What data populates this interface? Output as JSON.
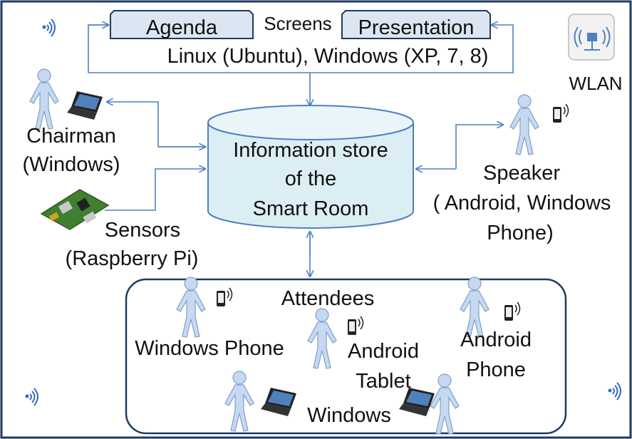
{
  "screens": {
    "agenda_label": "Agenda",
    "screens_label": "Screens",
    "presentation_label": "Presentation",
    "os_label": "Linux (Ubuntu), Windows (XP, 7, 8)"
  },
  "wlan": {
    "label": "WLAN",
    "icon": "wlan-router-icon"
  },
  "chairman": {
    "line1": "Chairman",
    "line2": "(Windows)"
  },
  "sensors": {
    "line1": "Sensors",
    "line2": "(Raspberry Pi)"
  },
  "store": {
    "line1": "Information store",
    "line2": "of the",
    "line3": "Smart Room"
  },
  "speaker": {
    "line1": "Speaker",
    "line2": "( Android, Windows",
    "line3": "Phone)"
  },
  "attendees": {
    "title": "Attendees",
    "windows_phone": "Windows Phone",
    "android_tablet_line1": "Android",
    "android_tablet_line2": "Tablet",
    "android_phone_line1": "Android",
    "android_phone_line2": "Phone",
    "windows": "Windows"
  },
  "colors": {
    "border": "#1f3b5f",
    "arrow": "#4f81bd",
    "screen_fill": "#dce6f2",
    "cylinder_fill": "#dbeef4",
    "person_fill": "#c6d9f1",
    "signal": "#2f6fb7"
  }
}
